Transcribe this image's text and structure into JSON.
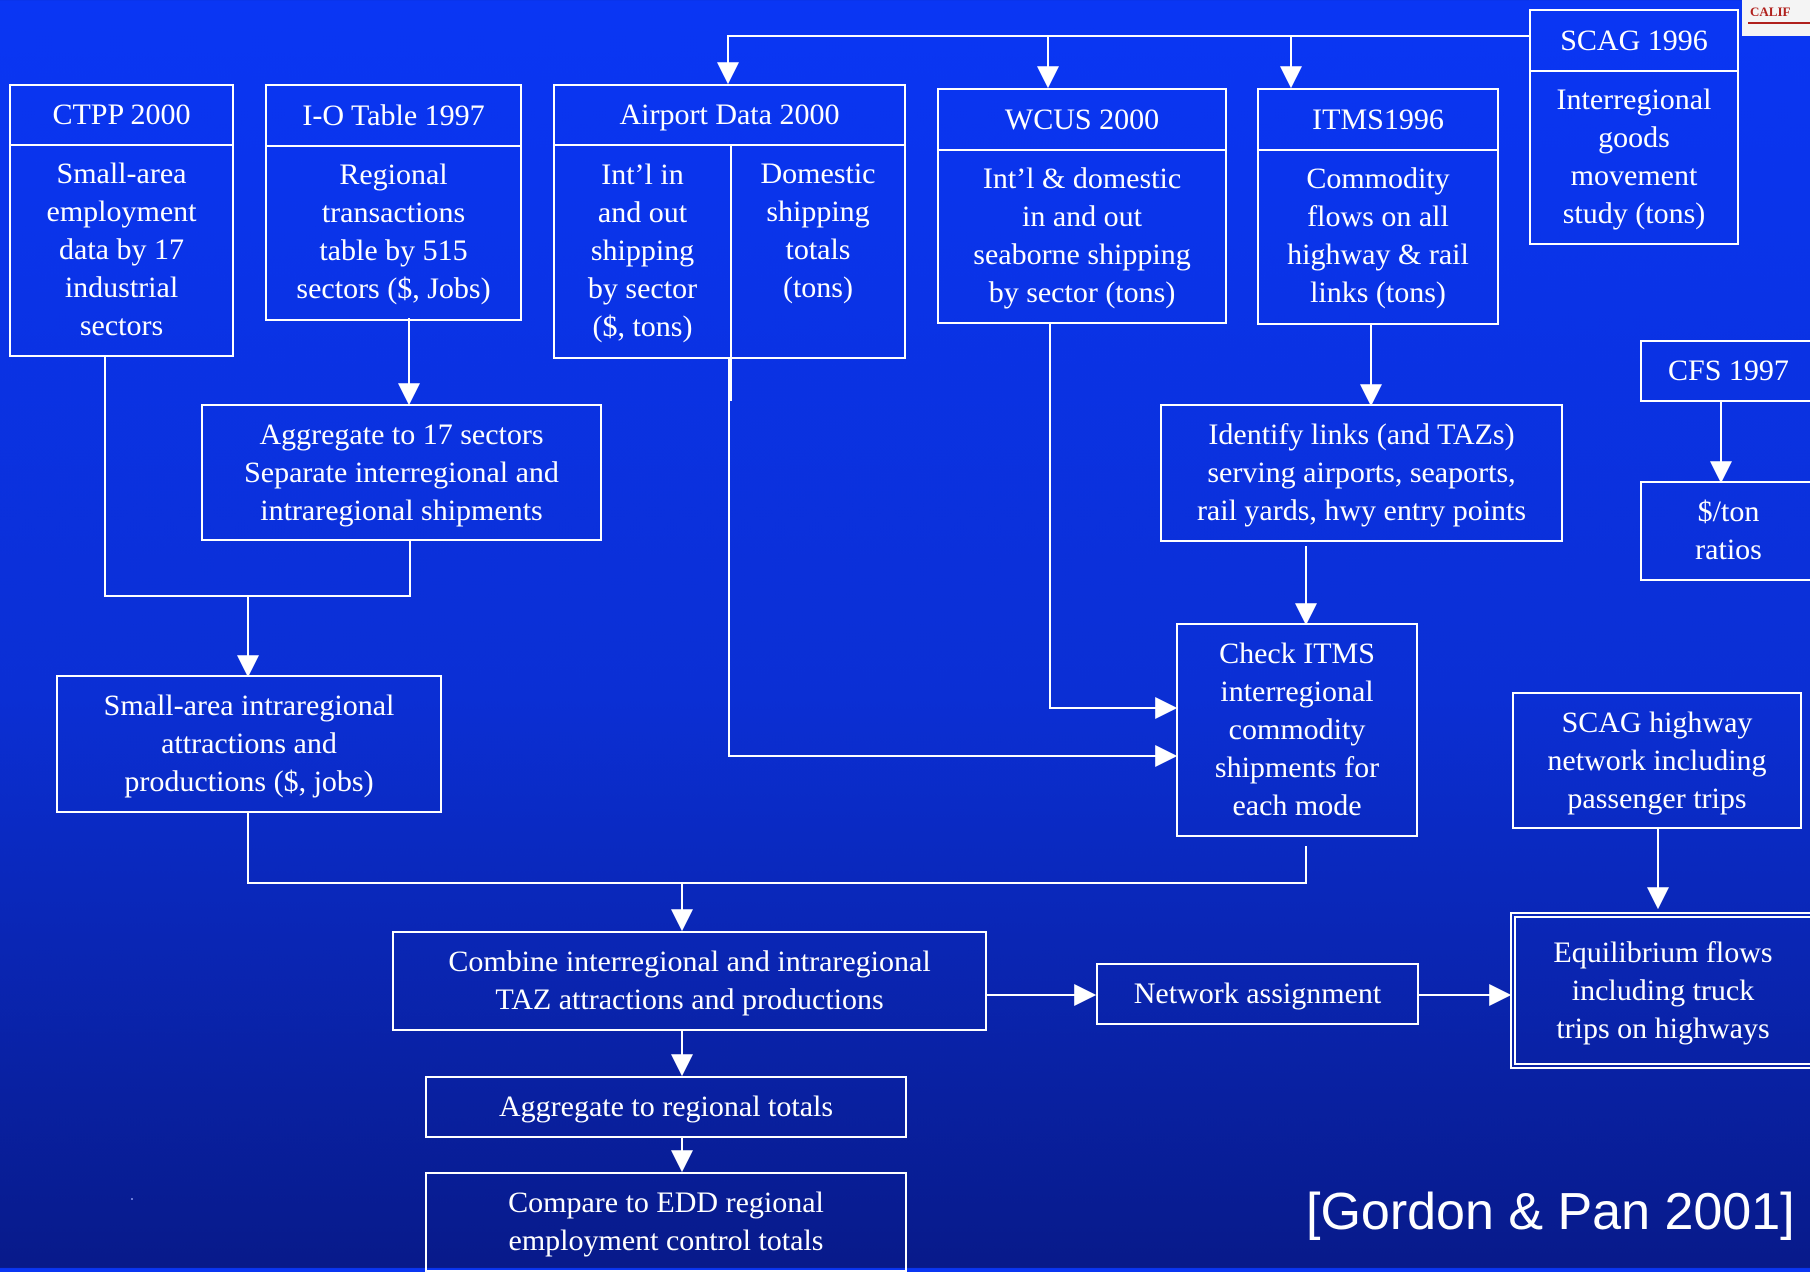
{
  "boxes": {
    "ctpp": {
      "title": "CTPP 2000",
      "body": "Small-area\nemployment\ndata by 17\nindustrial\nsectors"
    },
    "io_table": {
      "title": "I-O Table 1997",
      "body": "Regional\ntransactions\ntable by 515\nsectors ($, Jobs)"
    },
    "airport": {
      "title": "Airport Data 2000",
      "left": "Int’l  in\nand out\nshipping\nby sector\n($, tons)",
      "right": "Domestic\nshipping\ntotals\n(tons)"
    },
    "wcus": {
      "title": "WCUS 2000",
      "body": "Int’l & domestic\nin and out\nseaborne shipping\nby sector (tons)"
    },
    "itms": {
      "title": "ITMS1996",
      "body": "Commodity\nflows on all\nhighway & rail\nlinks (tons)"
    },
    "scag1996": {
      "title": "SCAG 1996",
      "body": "Interregional\ngoods\nmovement\nstudy (tons)"
    },
    "cfs": {
      "title": "CFS 1997"
    },
    "ratio": {
      "text": "$/ton\nratios"
    },
    "aggregate17": {
      "text": "Aggregate to 17 sectors\nSeparate interregional  and\nintraregional shipments"
    },
    "identify": {
      "text": "Identify links (and TAZs)\nserving airports, seaports,\nrail yards, hwy entry points"
    },
    "check": {
      "text": "Check ITMS\ninterregional\ncommodity\nshipments for\neach mode"
    },
    "small_area": {
      "text": "Small-area intraregional\nattractions and\nproductions ($, jobs)"
    },
    "scag_network": {
      "text": "SCAG highway\nnetwork including\npassenger trips"
    },
    "combine": {
      "text": "Combine interregional and intraregional\nTAZ attractions and productions"
    },
    "network": {
      "text": "Network assignment"
    },
    "equilibrium": {
      "text": "Equilibrium flows\nincluding  truck\ntrips on highways"
    },
    "aggregate_regional": {
      "text": "Aggregate to regional totals"
    },
    "compare": {
      "text": "Compare to EDD regional\nemployment control totals"
    }
  },
  "citation": "[Gordon & Pan 2001]",
  "badge": "CALIF",
  "colors": {
    "background_top": "#0a36f4",
    "background_bottom": "#081a8a",
    "lines": "#ffffff",
    "badge_text": "#b0201c"
  }
}
